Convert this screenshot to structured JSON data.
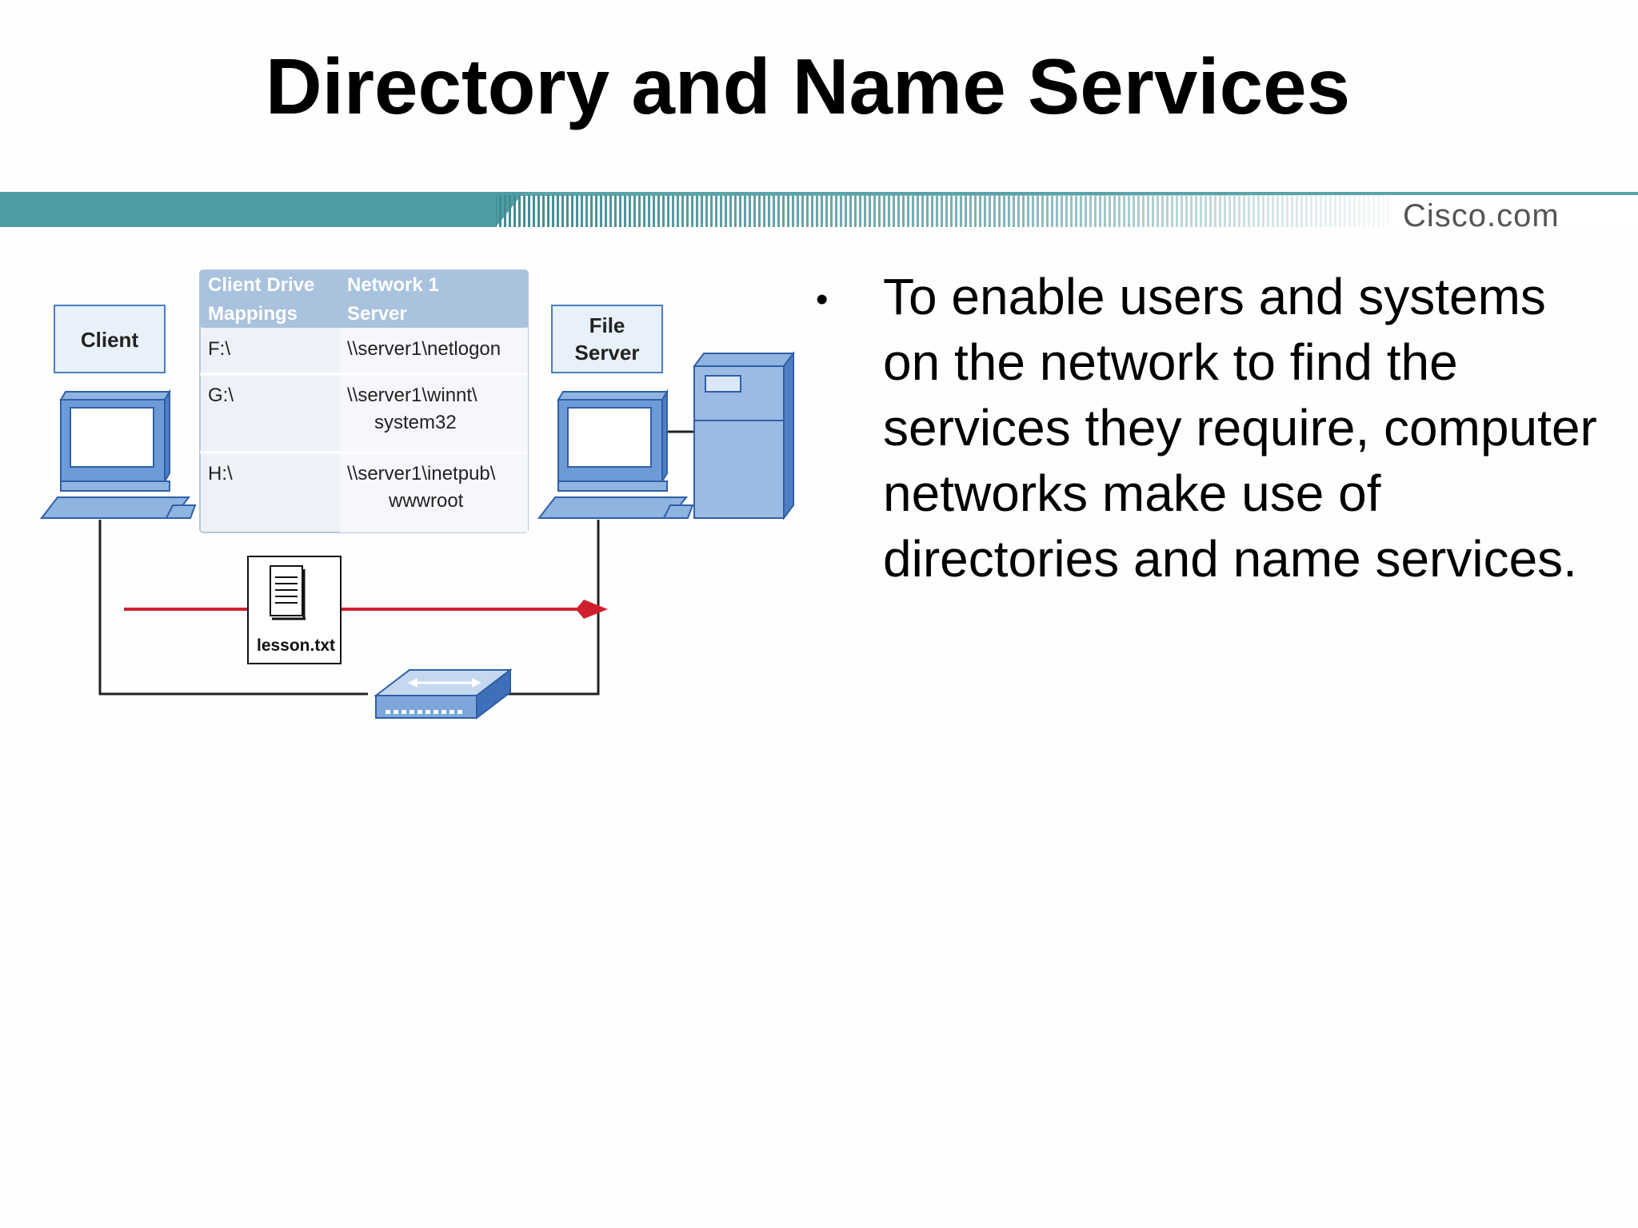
{
  "slide": {
    "title": "Directory and Name Services",
    "brand": "Cisco.com",
    "bullet_text": "To enable users and systems on the network to find the services they require, computer networks make use of directories and name services."
  },
  "diagram": {
    "client_label": "Client",
    "file_server_label_1": "File",
    "file_server_label_2": "Server",
    "table_header_col1_line1": "Client Drive",
    "table_header_col1_line2": "Mappings",
    "table_header_col2_line1": "Network 1",
    "table_header_col2_line2": "Server",
    "rows": [
      {
        "drive": "F:\\",
        "path_line1": "\\\\server1\\netlogon",
        "path_line2": ""
      },
      {
        "drive": "G:\\",
        "path_line1": "\\\\server1\\winnt\\",
        "path_line2": "system32"
      },
      {
        "drive": "H:\\",
        "path_line1": "\\\\server1\\inetpub\\",
        "path_line2": "wwwroot"
      }
    ],
    "file_label": "lesson.txt"
  },
  "colors": {
    "banner_teal": "#4e9da3",
    "transfer_arrow": "#d0202e",
    "device_blue": "#5b8fd2",
    "table_header": "#a9c2dd"
  },
  "icons": [
    "client-computer-icon",
    "file-server-computer-icon",
    "server-tower-icon",
    "document-icon",
    "network-switch-icon"
  ]
}
